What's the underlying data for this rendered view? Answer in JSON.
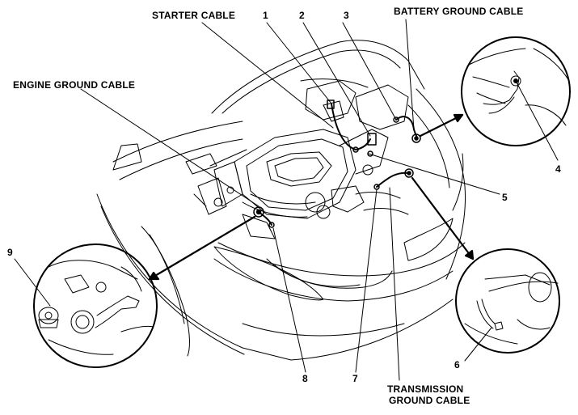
{
  "labels": {
    "starter_cable": "STARTER CABLE",
    "battery_ground_cable": "BATTERY GROUND CABLE",
    "engine_ground_cable": "ENGINE GROUND CABLE",
    "transmission_ground_cable_line1": "TRANSMISSION",
    "transmission_ground_cable_line2": "GROUND CABLE"
  },
  "callouts": [
    "1",
    "2",
    "3",
    "4",
    "5",
    "6",
    "7",
    "8",
    "9"
  ]
}
